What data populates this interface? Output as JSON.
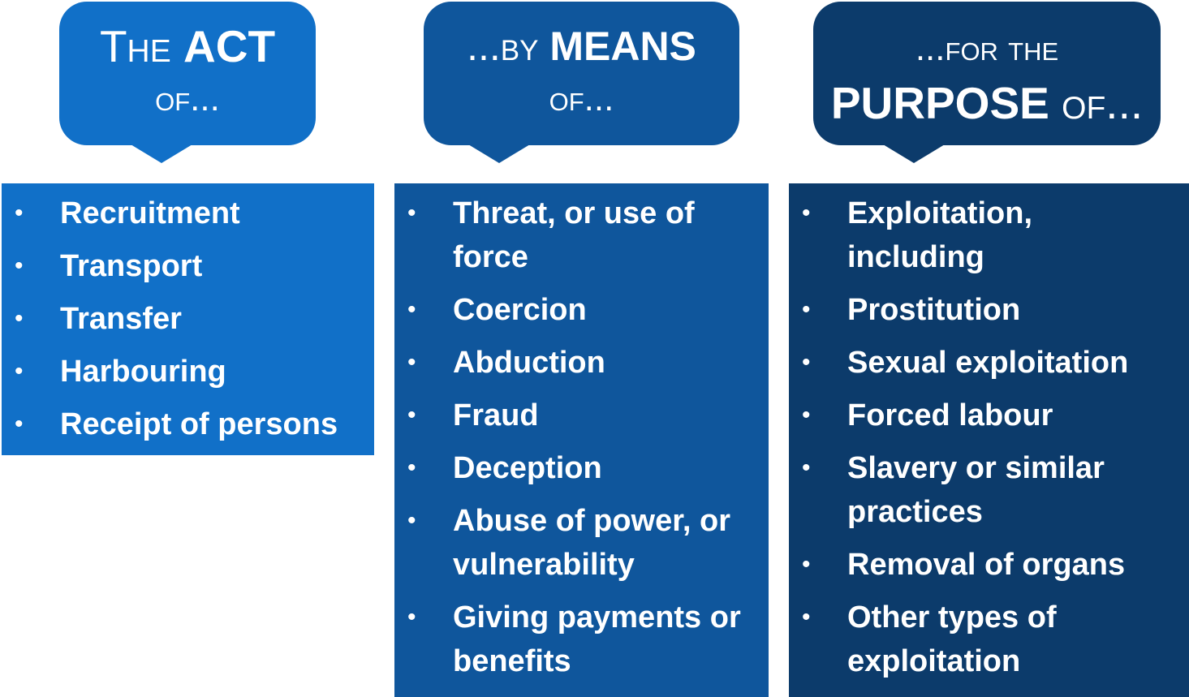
{
  "colors": {
    "act": "#1170c8",
    "means": "#0f569c",
    "purpose": "#0c3b6b",
    "text": "#ffffff"
  },
  "headers": {
    "act": {
      "pre": "The ",
      "bold": "ACT",
      "line2": "of..."
    },
    "means": {
      "pre": "...by ",
      "bold": "MEANS",
      "line2": "of..."
    },
    "purpose": {
      "line1": "...for the",
      "bold": "PURPOSE",
      "post": " of..."
    }
  },
  "bullet_glyph": "•",
  "lists": {
    "act": [
      [
        "Recruitment"
      ],
      [
        "Transport"
      ],
      [
        "Transfer"
      ],
      [
        "Harbouring"
      ],
      [
        "Receipt of persons"
      ]
    ],
    "means": [
      [
        "Threat, or use of",
        "force"
      ],
      [
        "Coercion"
      ],
      [
        "Abduction"
      ],
      [
        "Fraud"
      ],
      [
        "Deception"
      ],
      [
        "Abuse of power, or",
        "vulnerability"
      ],
      [
        "Giving payments or",
        "benefits"
      ]
    ],
    "purpose": [
      [
        "Exploitation,",
        "including"
      ],
      [
        "Prostitution"
      ],
      [
        "Sexual exploitation"
      ],
      [
        "Forced labour"
      ],
      [
        "Slavery or similar",
        "practices"
      ],
      [
        "Removal of organs"
      ],
      [
        "Other types of",
        "exploitation"
      ]
    ]
  }
}
